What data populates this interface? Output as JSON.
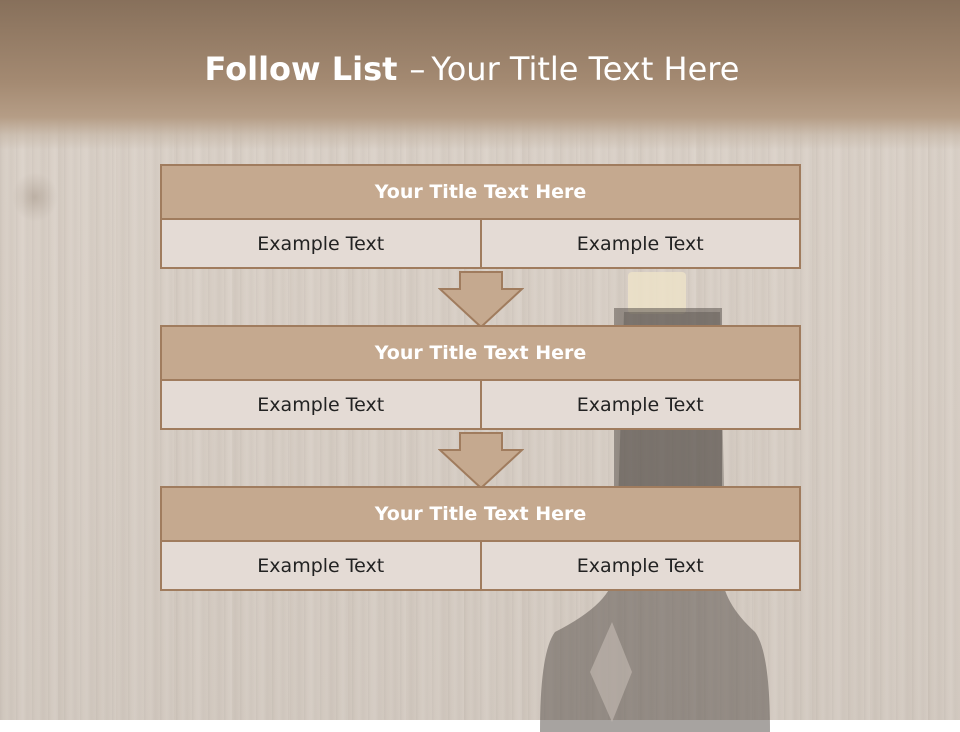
{
  "header": {
    "title_strong": "Follow List",
    "title_dash": "–",
    "title_rest": "Your Title Text Here"
  },
  "blocks": [
    {
      "title": "Your Title Text Here",
      "left": "Example Text",
      "right": "Example Text"
    },
    {
      "title": "Your Title Text Here",
      "left": "Example Text",
      "right": "Example Text"
    },
    {
      "title": "Your Title Text Here",
      "left": "Example Text",
      "right": "Example Text"
    }
  ],
  "colors": {
    "header": "#a48a72",
    "block_title": "#c5a98f",
    "block_border": "#a07c5e",
    "cell": "#e4dbd5",
    "background": "#d9d0c7"
  },
  "icons": [
    "down-arrow-icon",
    "wine-bottle-image"
  ]
}
